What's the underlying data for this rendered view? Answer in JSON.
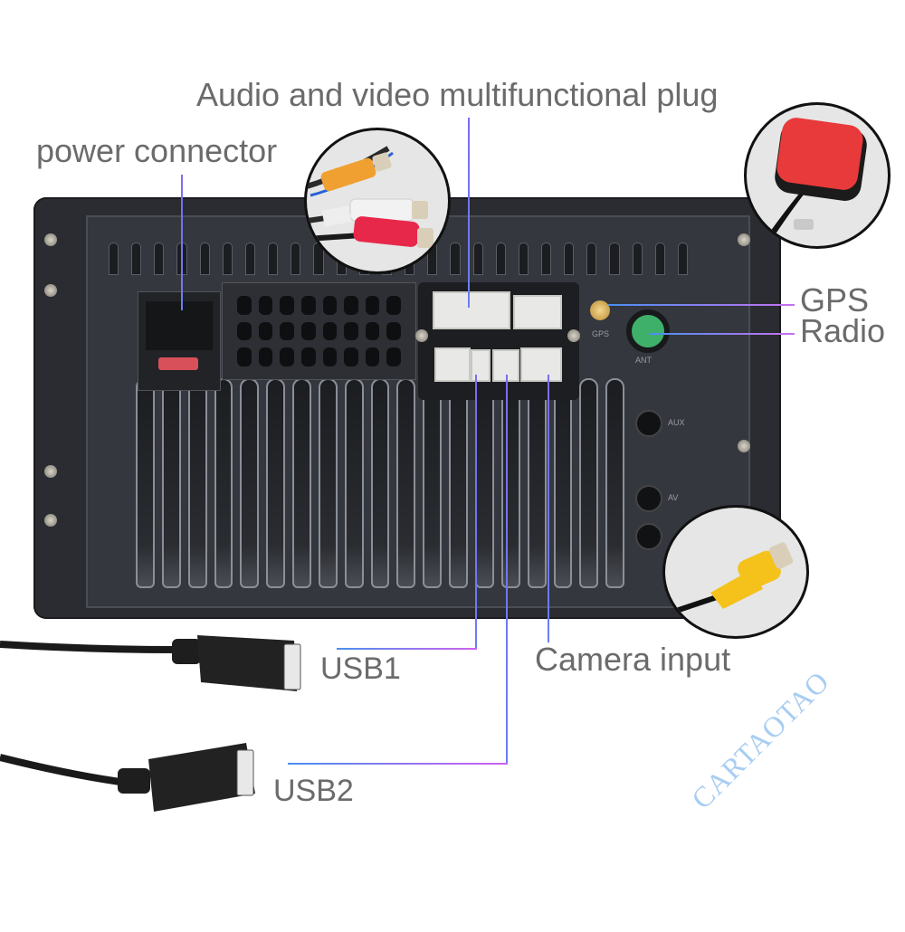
{
  "labels": {
    "av_plug": "Audio and video multifunctional plug",
    "power": "power connector",
    "gps": "GPS",
    "radio": "Radio",
    "usb1": "USB1",
    "usb2": "USB2",
    "camera": "Camera input"
  },
  "device_markings": {
    "gps_jack": "GPS",
    "antenna_jack": "ANT",
    "aux_a": "AUX",
    "aux_b": "AV"
  },
  "watermark": "CARTAOTAO",
  "colors": {
    "label_text": "#6b6b6b",
    "leader_line_start": "#4a8ff0",
    "leader_line_end": "#c770f0",
    "device_body": "#2a2c31",
    "rca_orange": "#f0a030",
    "rca_red": "#e8284a",
    "rca_yellow": "#f4c21a",
    "gps_pad_red": "#e83a3a",
    "ant_green": "#3fb06a",
    "watermark": "#a8cdf2"
  }
}
